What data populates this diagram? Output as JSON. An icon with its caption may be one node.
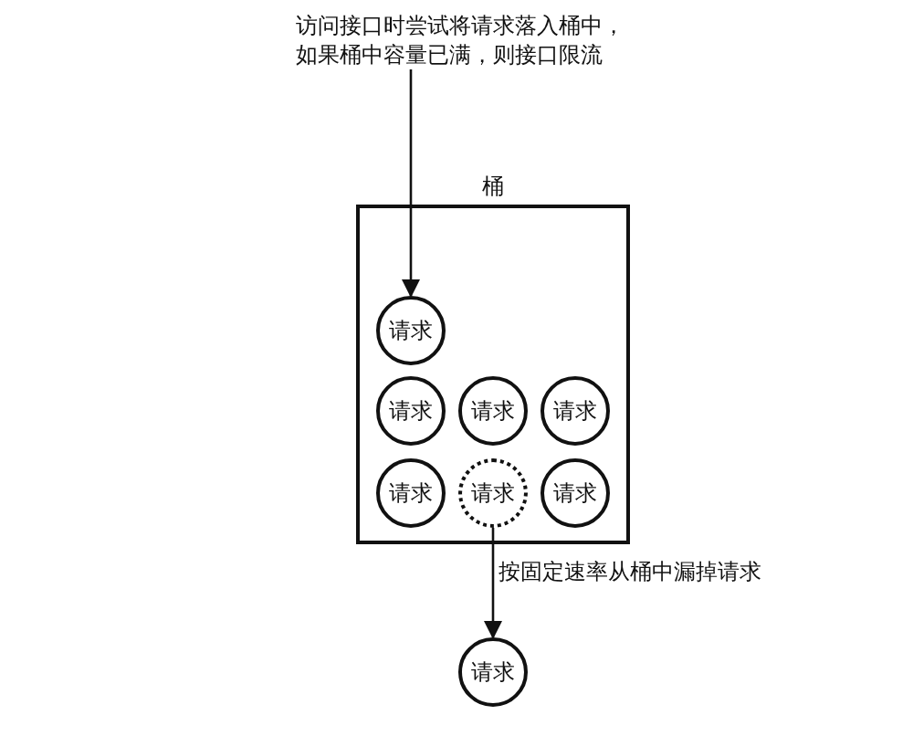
{
  "diagram": {
    "nodes": [
      {
        "text": [
          "访问接口时尝试将请求落入桶中，如果桶中容量已满，则接口限流"
        ]
      },
      {
        "text": [
          "桶"
        ]
      },
      {
        "text": [
          "请求"
        ],
        "in": 1
      },
      {
        "text": [
          "请求"
        ],
        "in": 1
      },
      {
        "text": [
          "请求"
        ],
        "in": 1
      },
      {
        "text": [
          "请求"
        ],
        "in": 1
      },
      {
        "text": [
          "请求"
        ],
        "in": 1
      },
      {
        "text": [
          "请求"
        ],
        "in": 1
      },
      {
        "text": [
          "请求"
        ],
        "in": 1
      },
      {
        "text": [
          "请求"
        ]
      }
    ],
    "edges": [
      {
        "from": 0,
        "to": 2,
        "arrow": "to"
      },
      {
        "from": 7,
        "to": 9,
        "arrow": "to",
        "label": "按固定速率从桶中漏掉请求"
      }
    ]
  }
}
